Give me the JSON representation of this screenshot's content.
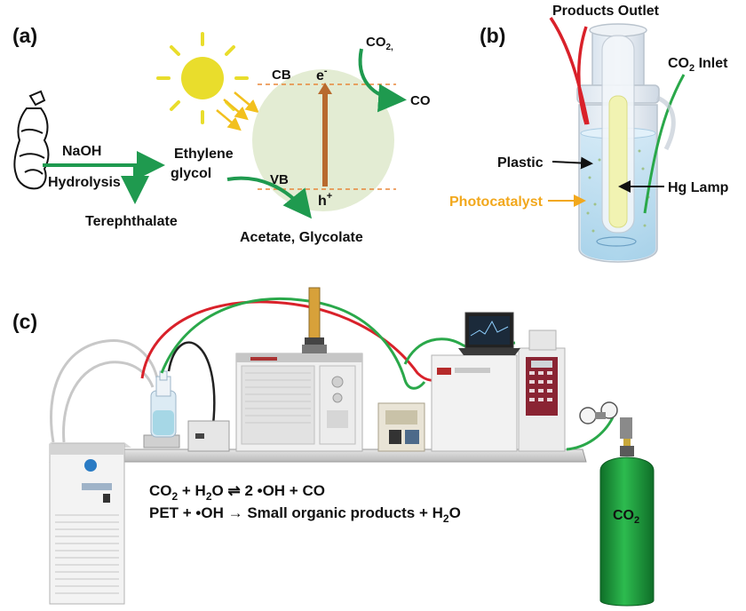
{
  "figure": {
    "panel_a": {
      "label": "(a)",
      "naoh": "NaOH",
      "hydrolysis": "Hydrolysis",
      "terephthalate": "Terephthalate",
      "ethylene": "Ethylene",
      "glycol": "glycol",
      "cb": "CB",
      "vb": "VB",
      "electron": "e",
      "electron_sup": "-",
      "hole": "h",
      "hole_sup": "+",
      "co2_base": "CO",
      "co2_sub": "2,",
      "co": "CO",
      "products": "Acetate, Glycolate"
    },
    "panel_b": {
      "label": "(b)",
      "products_outlet": "Products Outlet",
      "co2_inlet_base": "CO",
      "co2_inlet_sub": "2",
      "co2_inlet_rest": " Inlet",
      "plastic": "Plastic",
      "hg_lamp": "Hg Lamp",
      "photocatalyst": "Photocatalyst"
    },
    "panel_c": {
      "label": "(c)",
      "eq1_a": "CO",
      "eq1_a_sub": "2",
      "eq1_b": " + H",
      "eq1_b_sub": "2",
      "eq1_c": "O ⇌ 2 •OH + CO",
      "eq2_a": "PET + •OH → Small organic products + H",
      "eq2_a_sub": "2",
      "eq2_b": "O",
      "cylinder_base": "CO",
      "cylinder_sub": "2"
    },
    "colors": {
      "green_arrow": "#1f9a4f",
      "dark_green": "#1d8b45",
      "red_tube": "#d9212a",
      "sun": "#e9dd2c",
      "ray": "#f2c01e",
      "band_bg": "#e3ecd3",
      "cb_vb_line": "#e8873a",
      "excitation_arrow": "#b86a2e",
      "photocatalyst_text": "#f2a81d",
      "cylinder": "#1c9a3a"
    }
  }
}
